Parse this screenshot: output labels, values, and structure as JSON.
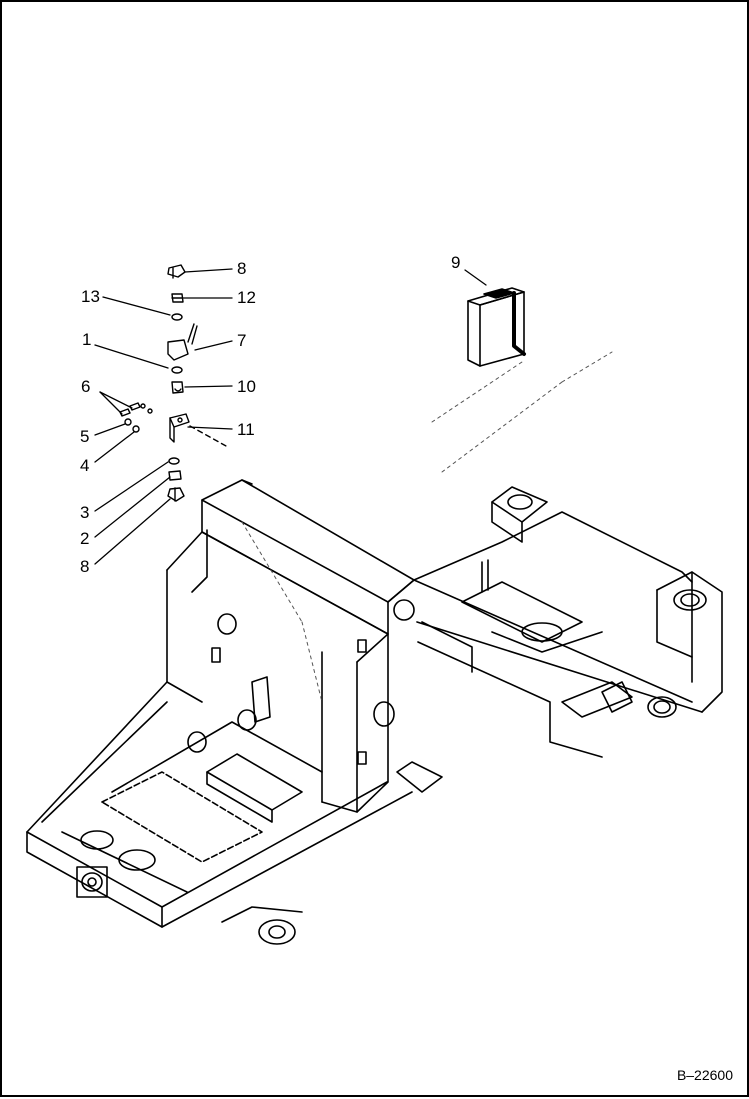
{
  "drawing": {
    "code": "B–22600"
  },
  "callouts": [
    {
      "id": "c8a",
      "label": "8"
    },
    {
      "id": "c13",
      "label": "13"
    },
    {
      "id": "c12",
      "label": "12"
    },
    {
      "id": "c1",
      "label": "1"
    },
    {
      "id": "c7",
      "label": "7"
    },
    {
      "id": "c6",
      "label": "6"
    },
    {
      "id": "c10",
      "label": "10"
    },
    {
      "id": "c5",
      "label": "5"
    },
    {
      "id": "c11",
      "label": "11"
    },
    {
      "id": "c4",
      "label": "4"
    },
    {
      "id": "c3",
      "label": "3"
    },
    {
      "id": "c2",
      "label": "2"
    },
    {
      "id": "c8b",
      "label": "8"
    },
    {
      "id": "c9",
      "label": "9"
    }
  ]
}
